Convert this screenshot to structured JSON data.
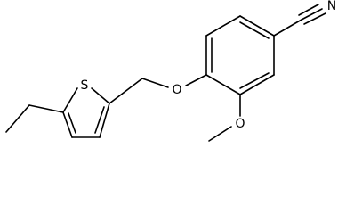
{
  "molecule": {
    "atoms": {
      "sulfur": "S",
      "ether_oxygen": "O",
      "methoxy_oxygen": "O",
      "nitrile_nitrogen": "N"
    },
    "colors": {
      "bond": "#000000",
      "text": "#000000",
      "background": "#ffffff"
    }
  }
}
